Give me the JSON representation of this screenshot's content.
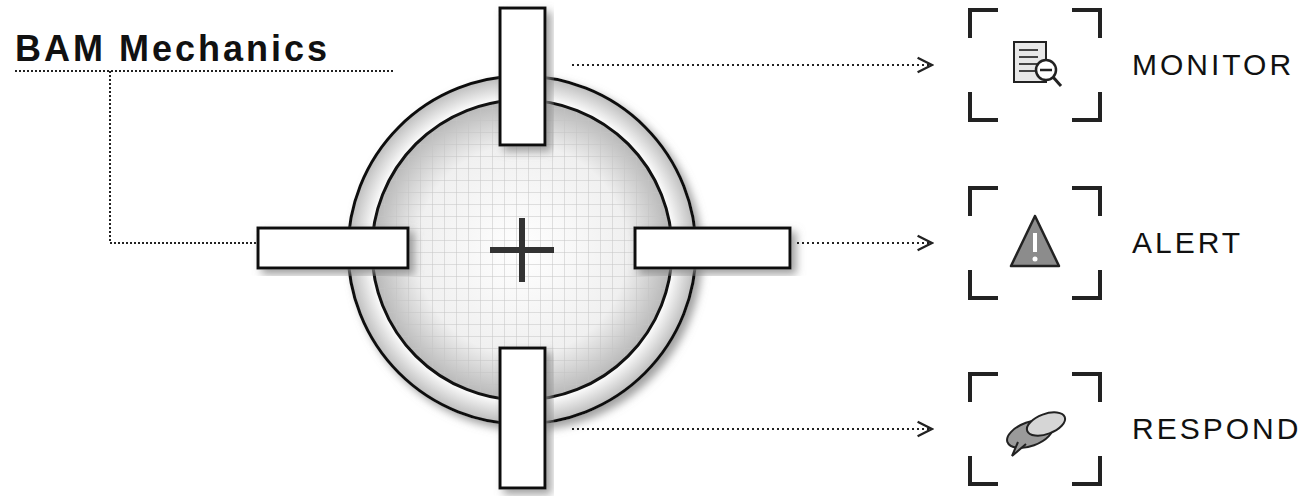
{
  "diagram": {
    "title": "BAM Mechanics",
    "nodes": [
      {
        "text": [
          "MONITOR"
        ]
      },
      {
        "text": [
          "ALERT"
        ]
      },
      {
        "text": [
          "RESPOND"
        ]
      }
    ]
  }
}
